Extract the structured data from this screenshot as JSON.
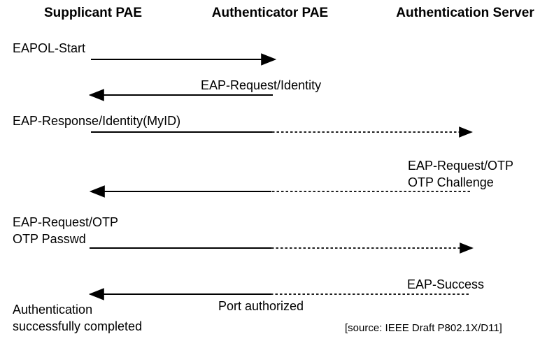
{
  "diagram": {
    "title_semantic": "802.1X EAP-OTP authentication message sequence",
    "colors": {
      "background": "#ffffff",
      "line": "#000000",
      "text": "#000000"
    },
    "columns": [
      {
        "label": "Supplicant PAE"
      },
      {
        "label": "Authenticator PAE"
      },
      {
        "label": "Authentication Server"
      }
    ],
    "messages": {
      "eapol_start": "EAPOL-Start",
      "eap_request_identity": "EAP-Request/Identity",
      "eap_response_identity": "EAP-Response/Identity(MyID)",
      "eap_request_otp_line1": "EAP-Request/OTP",
      "eap_request_otp_line2": "OTP Challenge",
      "eap_response_otp_line1": "EAP-Request/OTP",
      "eap_response_otp_line2": "OTP Passwd",
      "eap_success": "EAP-Success",
      "port_authorized": "Port authorized",
      "completion_line1": "Authentication",
      "completion_line2": "successfully completed"
    },
    "source_note": "[source: IEEE Draft P802.1X/D11]"
  }
}
